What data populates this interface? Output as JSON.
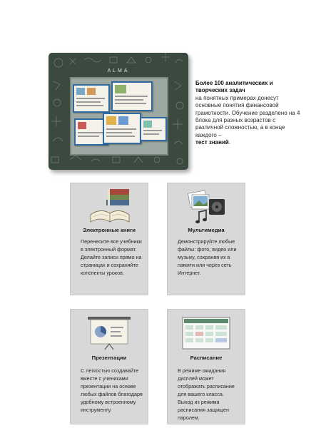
{
  "board": {
    "brand": "ALMA"
  },
  "intro": {
    "bold_lead": "Более 100 аналитических и творческих задач",
    "body": "на понятных примерах донесут основные понятия финансовой грамотности. Обучение разделено на 4 блока для разных возрастов с различной сложностью, а в конце каждого –",
    "bold_tail": "тест знаний",
    "tail_punct": "."
  },
  "features": [
    {
      "title": "Электронные книги",
      "description": "Перенесите все учебники в электронный формат. Делайте записи прямо на страницах и сохраняйте конспекты уроков.",
      "icon": "books-icon"
    },
    {
      "title": "Мультимедиа",
      "description": "Демонстрируйте любые файлы: фото, видео или музыку, сохраняя их в памяти или через сеть Интернет.",
      "icon": "multimedia-icon"
    },
    {
      "title": "Презентации",
      "description": "С легкостью создавайте вместе с учениками презентации на основе любых файлов благодаря удобному встроенному инструменту.",
      "icon": "presentation-icon"
    },
    {
      "title": "Расписание",
      "description": "В режиме ожидания дисплей может отображать расписание для вашего класса. Выход из режима расписания защищен паролем.",
      "icon": "schedule-icon"
    }
  ]
}
